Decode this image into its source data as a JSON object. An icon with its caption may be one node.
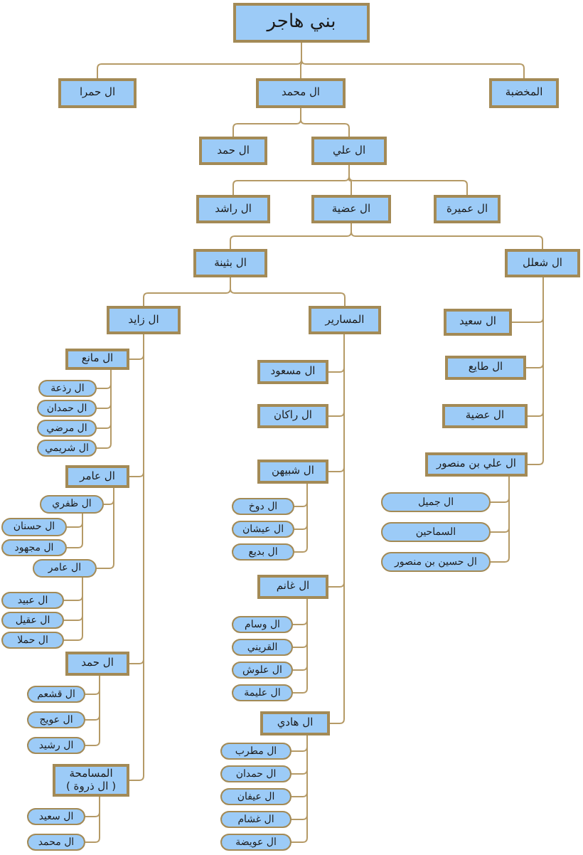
{
  "diagram": {
    "nodes": [
      {
        "text": [
          "بني هاجر"
        ]
      },
      {
        "text": [
          "ال حمرا"
        ]
      },
      {
        "text": [
          "ال محمد"
        ]
      },
      {
        "text": [
          "المخضبة"
        ]
      },
      {
        "text": [
          "ال حمد"
        ]
      },
      {
        "text": [
          "ال علي"
        ]
      },
      {
        "text": [
          "ال راشد"
        ]
      },
      {
        "text": [
          "ال عضية"
        ]
      },
      {
        "text": [
          "ال عميرة"
        ]
      },
      {
        "text": [
          "ال بثينة"
        ]
      },
      {
        "text": [
          "ال شعلل"
        ]
      },
      {
        "text": [
          "ال زايد"
        ]
      },
      {
        "text": [
          "المسارير"
        ]
      },
      {
        "text": [
          "ال سعيد"
        ]
      },
      {
        "text": [
          "ال طايع"
        ]
      },
      {
        "text": [
          "ال عضية"
        ]
      },
      {
        "text": [
          "ال علي بن منصور"
        ]
      },
      {
        "text": [
          "ال جميل"
        ]
      },
      {
        "text": [
          "السماحين"
        ]
      },
      {
        "text": [
          "ال حسين بن منصور"
        ]
      },
      {
        "text": [
          "ال مسعود"
        ]
      },
      {
        "text": [
          "ال راكان"
        ]
      },
      {
        "text": [
          "ال شبيهن"
        ]
      },
      {
        "text": [
          "ال دوخ"
        ]
      },
      {
        "text": [
          "ال عيشان"
        ]
      },
      {
        "text": [
          "ال بديع"
        ]
      },
      {
        "text": [
          "ال غانم"
        ]
      },
      {
        "text": [
          "ال وسام"
        ]
      },
      {
        "text": [
          "القريني"
        ]
      },
      {
        "text": [
          "ال علوش"
        ]
      },
      {
        "text": [
          "ال عليمة"
        ]
      },
      {
        "text": [
          "ال هادي"
        ]
      },
      {
        "text": [
          "ال مطرب"
        ]
      },
      {
        "text": [
          "ال حمدان"
        ]
      },
      {
        "text": [
          "ال عيفان"
        ]
      },
      {
        "text": [
          "ال غشام"
        ]
      },
      {
        "text": [
          "ال عويضة"
        ]
      },
      {
        "text": [
          "ال مانع"
        ]
      },
      {
        "text": [
          "ال رذعة"
        ]
      },
      {
        "text": [
          "ال حمدان"
        ]
      },
      {
        "text": [
          "ال مرضي"
        ]
      },
      {
        "text": [
          "ال شريمي"
        ]
      },
      {
        "text": [
          "ال عامر"
        ]
      },
      {
        "text": [
          "ال ظفري"
        ]
      },
      {
        "text": [
          "ال حسنان"
        ]
      },
      {
        "text": [
          "ال مجهود"
        ]
      },
      {
        "text": [
          "ال عامر"
        ]
      },
      {
        "text": [
          "ال عبيد"
        ]
      },
      {
        "text": [
          "ال عقيل"
        ]
      },
      {
        "text": [
          "ال حملا"
        ]
      },
      {
        "text": [
          "ال حمد"
        ]
      },
      {
        "text": [
          "ال قشعم"
        ]
      },
      {
        "text": [
          "ال عويج"
        ]
      },
      {
        "text": [
          "ال رشيد"
        ]
      },
      {
        "text": [
          "المسامحة",
          "( ال ذروة )"
        ]
      },
      {
        "text": [
          "ال سعيد"
        ]
      },
      {
        "text": [
          "ال محمد"
        ]
      }
    ],
    "edges": [
      {
        "from": 0,
        "to": 1,
        "arrow": "none"
      },
      {
        "from": 0,
        "to": 2,
        "arrow": "none"
      },
      {
        "from": 0,
        "to": 3,
        "arrow": "none"
      },
      {
        "from": 2,
        "to": 4,
        "arrow": "none"
      },
      {
        "from": 2,
        "to": 5,
        "arrow": "none"
      },
      {
        "from": 5,
        "to": 6,
        "arrow": "none"
      },
      {
        "from": 5,
        "to": 7,
        "arrow": "none"
      },
      {
        "from": 5,
        "to": 8,
        "arrow": "none"
      },
      {
        "from": 7,
        "to": 9,
        "arrow": "none"
      },
      {
        "from": 7,
        "to": 10,
        "arrow": "none"
      },
      {
        "from": 9,
        "to": 11,
        "arrow": "none"
      },
      {
        "from": 9,
        "to": 12,
        "arrow": "none"
      },
      {
        "from": 10,
        "to": 13,
        "arrow": "none"
      },
      {
        "from": 10,
        "to": 14,
        "arrow": "none"
      },
      {
        "from": 10,
        "to": 15,
        "arrow": "none"
      },
      {
        "from": 10,
        "to": 16,
        "arrow": "none"
      },
      {
        "from": 16,
        "to": 17,
        "arrow": "none"
      },
      {
        "from": 16,
        "to": 18,
        "arrow": "none"
      },
      {
        "from": 16,
        "to": 19,
        "arrow": "none"
      },
      {
        "from": 12,
        "to": 20,
        "arrow": "none"
      },
      {
        "from": 12,
        "to": 21,
        "arrow": "none"
      },
      {
        "from": 12,
        "to": 22,
        "arrow": "none"
      },
      {
        "from": 22,
        "to": 23,
        "arrow": "none"
      },
      {
        "from": 22,
        "to": 24,
        "arrow": "none"
      },
      {
        "from": 22,
        "to": 25,
        "arrow": "none"
      },
      {
        "from": 12,
        "to": 26,
        "arrow": "none"
      },
      {
        "from": 26,
        "to": 27,
        "arrow": "none"
      },
      {
        "from": 26,
        "to": 28,
        "arrow": "none"
      },
      {
        "from": 26,
        "to": 29,
        "arrow": "none"
      },
      {
        "from": 26,
        "to": 30,
        "arrow": "none"
      },
      {
        "from": 12,
        "to": 31,
        "arrow": "none"
      },
      {
        "from": 31,
        "to": 32,
        "arrow": "none"
      },
      {
        "from": 31,
        "to": 33,
        "arrow": "none"
      },
      {
        "from": 31,
        "to": 34,
        "arrow": "none"
      },
      {
        "from": 31,
        "to": 35,
        "arrow": "none"
      },
      {
        "from": 31,
        "to": 36,
        "arrow": "none"
      },
      {
        "from": 11,
        "to": 37,
        "arrow": "none"
      },
      {
        "from": 37,
        "to": 38,
        "arrow": "none"
      },
      {
        "from": 37,
        "to": 39,
        "arrow": "none"
      },
      {
        "from": 37,
        "to": 40,
        "arrow": "none"
      },
      {
        "from": 37,
        "to": 41,
        "arrow": "none"
      },
      {
        "from": 11,
        "to": 42,
        "arrow": "none"
      },
      {
        "from": 42,
        "to": 43,
        "arrow": "none"
      },
      {
        "from": 43,
        "to": 44,
        "arrow": "none"
      },
      {
        "from": 43,
        "to": 45,
        "arrow": "none"
      },
      {
        "from": 42,
        "to": 46,
        "arrow": "none"
      },
      {
        "from": 46,
        "to": 47,
        "arrow": "none"
      },
      {
        "from": 46,
        "to": 48,
        "arrow": "none"
      },
      {
        "from": 46,
        "to": 49,
        "arrow": "none"
      },
      {
        "from": 11,
        "to": 50,
        "arrow": "none"
      },
      {
        "from": 50,
        "to": 51,
        "arrow": "none"
      },
      {
        "from": 50,
        "to": 52,
        "arrow": "none"
      },
      {
        "from": 50,
        "to": 53,
        "arrow": "none"
      },
      {
        "from": 11,
        "to": 54,
        "arrow": "none"
      },
      {
        "from": 54,
        "to": 55,
        "arrow": "none"
      },
      {
        "from": 54,
        "to": 56,
        "arrow": "none"
      }
    ]
  }
}
